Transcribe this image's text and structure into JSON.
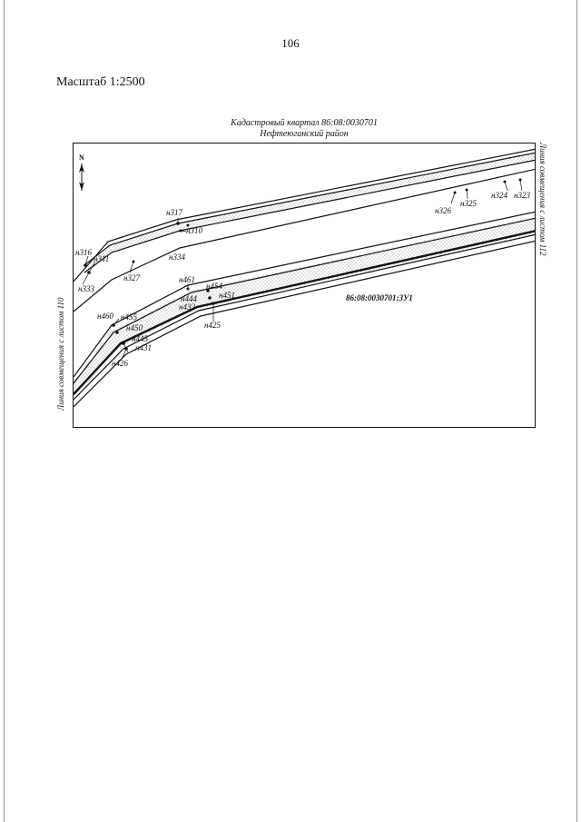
{
  "page": {
    "number": "106",
    "scale": "Масштаб 1:2500"
  },
  "map": {
    "title_line1": "Кадастровый квартал 86:08:0030701",
    "title_line2": "Нефтеюганский район",
    "left_sheet_label": "Линия совмещения с листом 110",
    "right_sheet_label": "Линия совмещения с листом 112",
    "parcel_label": "86:08:0030701:ЗУ1",
    "north_label": "N",
    "points": {
      "n316": "н316",
      "n311": "н311",
      "n333": "н333",
      "n327": "н327",
      "n317": "н317",
      "n310": "н310",
      "n334": "н334",
      "n326": "н326",
      "n325": "н325",
      "n324": "н324",
      "n323": "н323",
      "n461": "н461",
      "n454": "н454",
      "n444": "н444",
      "n451": "н451",
      "n432": "н432",
      "n425": "н425",
      "n460": "н460",
      "n455": "н455",
      "n450": "н450",
      "n445": "н445",
      "n431": "н431",
      "n426": "н426"
    }
  }
}
